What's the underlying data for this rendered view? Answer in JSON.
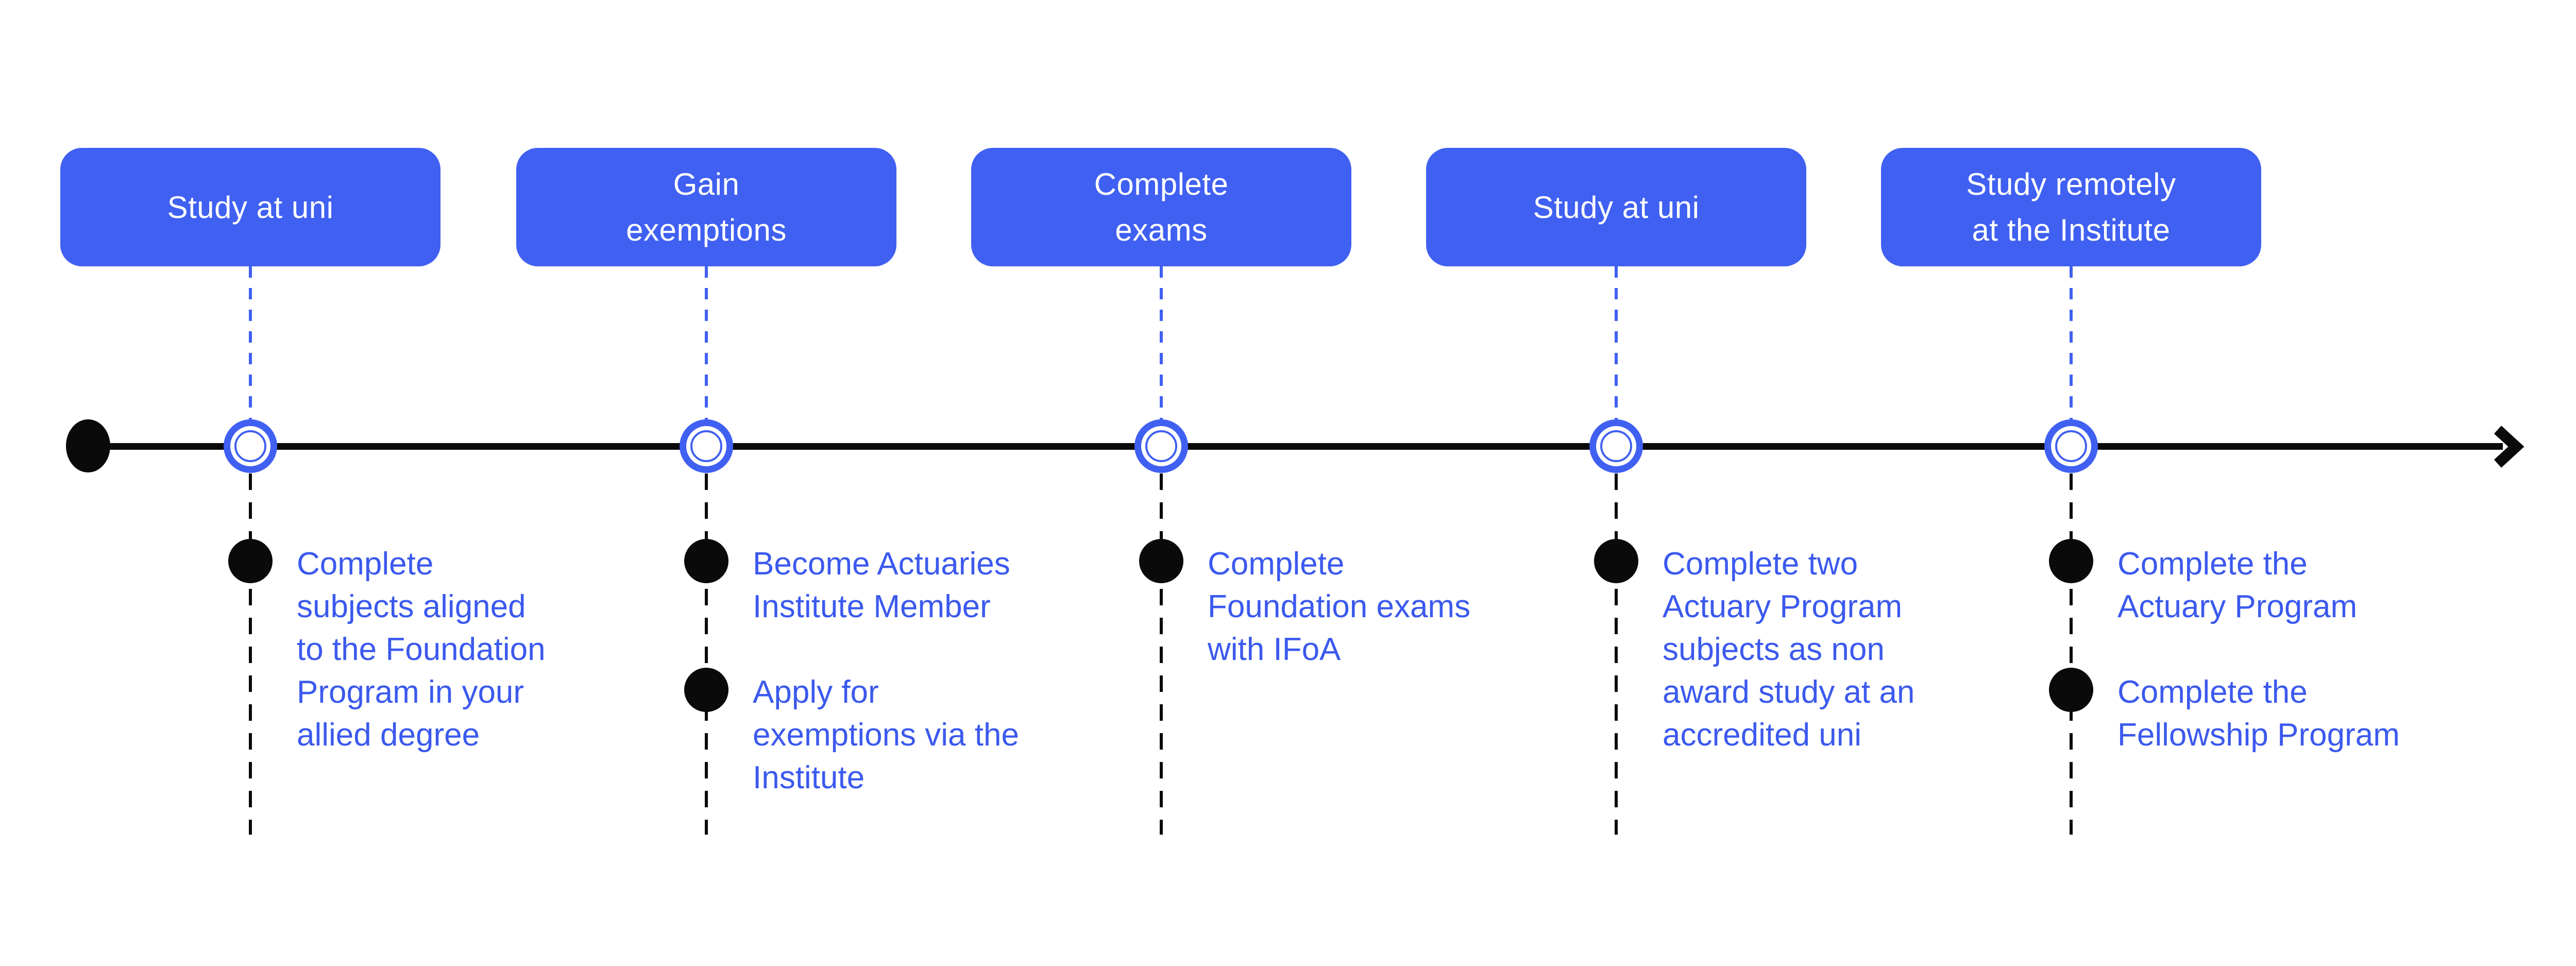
{
  "timeline": {
    "colors": {
      "primary_blue": "#4060F2",
      "text_blue": "#3B59EE",
      "line_black": "#0a0a0a"
    },
    "milestones": [
      {
        "box_label": "Study at uni",
        "bullets": [
          "Complete\nsubjects aligned\nto the Foundation\nProgram in your\nallied degree"
        ]
      },
      {
        "box_label": "Gain\nexemptions",
        "bullets": [
          "Become Actuaries\nInstitute Member",
          "Apply for\nexemptions via the\nInstitute"
        ]
      },
      {
        "box_label": "Complete\nexams",
        "bullets": [
          "Complete\nFoundation exams\nwith IFoA"
        ]
      },
      {
        "box_label": "Study at uni",
        "bullets": [
          "Complete two\nActuary Program\nsubjects as non\naward study at an\naccredited uni"
        ]
      },
      {
        "box_label": "Study remotely\nat the Institute",
        "bullets": [
          "Complete the\nActuary Program",
          "Complete the\nFellowship Program"
        ]
      }
    ]
  }
}
